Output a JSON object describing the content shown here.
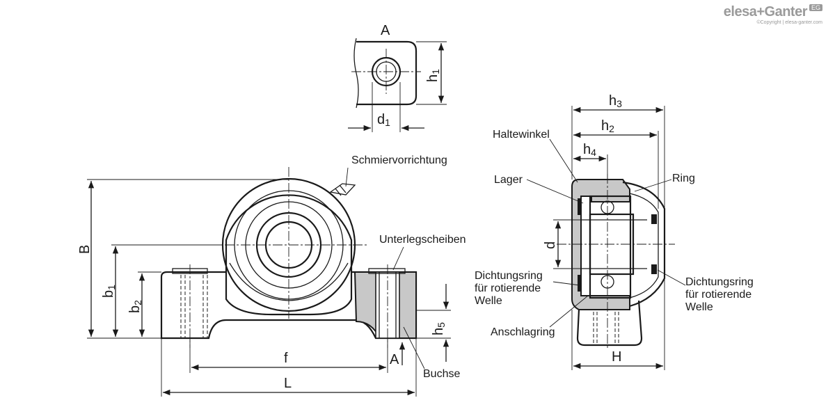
{
  "logo": {
    "brand": "elesa+Ganter",
    "badge": "EG",
    "copyright": "©Copyright | elesa-ganter.com"
  },
  "dimensions": {
    "A": "A",
    "h1_main": "h",
    "h1_sub": "1",
    "d1_main": "d",
    "d1_sub": "1",
    "B": "B",
    "b1_main": "b",
    "b1_sub": "1",
    "b2_main": "b",
    "b2_sub": "2",
    "h5_main": "h",
    "h5_sub": "5",
    "f": "f",
    "L": "L",
    "A_small": "A",
    "h3_main": "h",
    "h3_sub": "3",
    "h2_main": "h",
    "h2_sub": "2",
    "h4_main": "h",
    "h4_sub": "4",
    "d": "d",
    "H": "H"
  },
  "callouts": {
    "schmier": "Schmiervorrichtung",
    "unterleg": "Unterlegscheiben",
    "buchse": "Buchse",
    "haltewinkel": "Haltewinkel",
    "lager": "Lager",
    "ring": "Ring",
    "dicht_left_1": "Dichtungsring",
    "dicht_left_2": "für rotierende",
    "dicht_left_3": "Welle",
    "anschlag": "Anschlagring",
    "dicht_right_1": "Dichtungsring",
    "dicht_right_2": "für rotierende",
    "dicht_right_3": "Welle"
  }
}
